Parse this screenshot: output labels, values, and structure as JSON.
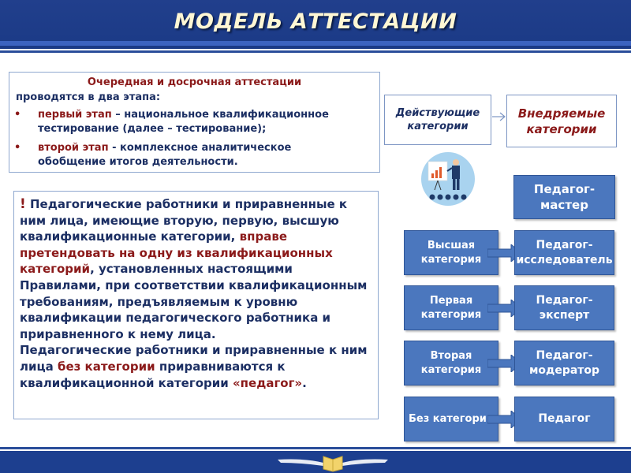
{
  "header": {
    "title": "МОДЕЛЬ АТТЕСТАЦИИ"
  },
  "info": {
    "title": "Очередная и досрочная аттестации",
    "subtitle": "проводятся в два этапа:",
    "bullets": [
      {
        "marker": "•",
        "lead": "первый этап",
        "rest_1": " – национальное квалификационное",
        "rest_2": "тестирование (далее – тестирование);"
      },
      {
        "marker": "•",
        "lead": "второй этап",
        "rest_1": " - комплексное аналитическое",
        "rest_2": "обобщение итогов деятельности."
      }
    ]
  },
  "main": {
    "mark": "!",
    "p1_a": " Педагогические работники и приравненные к ним лица, имеющие вторую, первую, высшую квалификационные категории, ",
    "p1_b": "вправе претендовать на одну из квалификационных категорий",
    "p1_c": ", установленных настоящими Правилами, при соответствии квалификационным требованиям, предъявляемым к уровню квалификации педагогического работника и приравненного к нему лица.",
    "p2_a": "Педагогические работники и приравненные к ним лица ",
    "p2_b": "без категории",
    "p2_c": " приравниваются к квалификационной категории ",
    "p2_d": "«педагог»",
    "p2_e": "."
  },
  "categories": {
    "current_label": "Действующие категории",
    "new_label": "Внедряемые категории",
    "master": "Педагог-мастер",
    "rows": [
      {
        "left": "Высшая категория",
        "right": "Педагог-исследователь"
      },
      {
        "left": "Первая категория",
        "right": "Педагог-эксперт"
      },
      {
        "left": "Вторая категория",
        "right": "Педагог-модератор"
      },
      {
        "left": "Без категории",
        "right": "Педагог"
      }
    ]
  },
  "colors": {
    "header": "#1d3f8f",
    "accent_red": "#8b1a1a",
    "text_navy": "#1c2f63",
    "box_blue": "#4b77be"
  },
  "icons": {
    "presenter": "presenter-icon",
    "footer": "book-wings-emblem"
  }
}
